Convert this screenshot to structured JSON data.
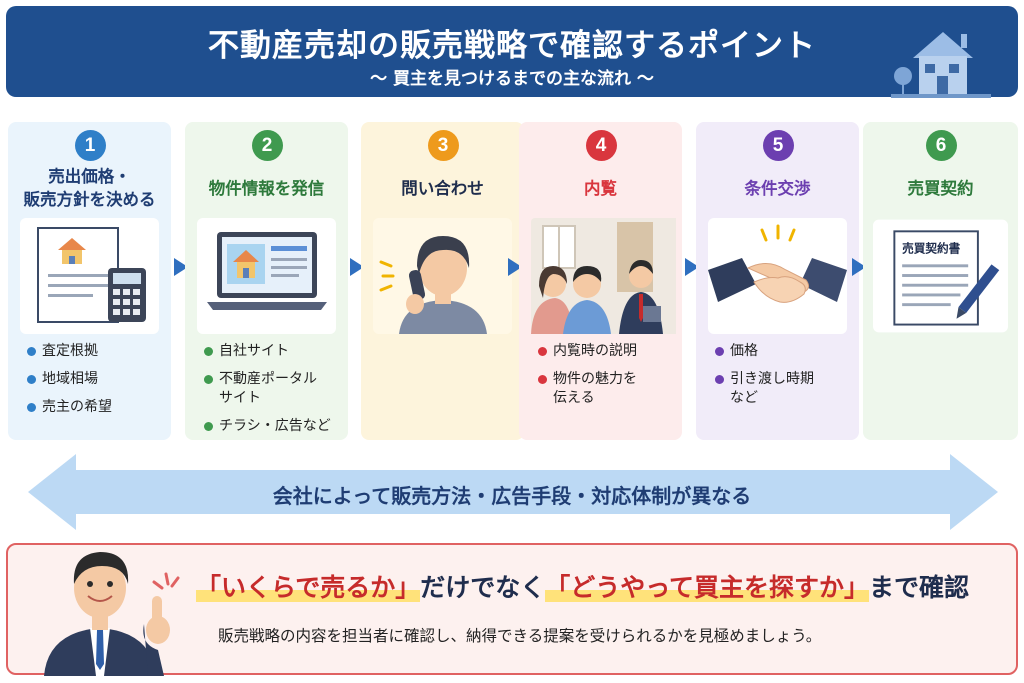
{
  "header": {
    "title": "不動産売却の販売戦略で確認するポイント",
    "subtitle": "〜 買主を見つけるまでの主な流れ 〜"
  },
  "steps": [
    {
      "number": "1",
      "title": "売出価格・\n販売方針を決める",
      "color": "#2f7fc8",
      "bg": "#eaf4fc",
      "bullets": [
        "査定根拠",
        "地域相場",
        "売主の希望"
      ]
    },
    {
      "number": "2",
      "title": "物件情報を発信",
      "color": "#3f9a4f",
      "bg": "#eef7ec",
      "bullets": [
        "自社サイト",
        "不動産ポータル\nサイト",
        "チラシ・広告など"
      ]
    },
    {
      "number": "3",
      "title": "問い合わせ",
      "color": "#ee9a1c",
      "bg": "#fdf4dc",
      "bullets": []
    },
    {
      "number": "4",
      "title": "内覧",
      "color": "#d9363e",
      "bg": "#fdecec",
      "bullets": [
        "内覧時の説明",
        "物件の魅力を\n伝える"
      ]
    },
    {
      "number": "5",
      "title": "条件交渉",
      "color": "#6c3fb0",
      "bg": "#f1ecf9",
      "bullets": [
        "価格",
        "引き渡し時期\nなど"
      ]
    },
    {
      "number": "6",
      "title": "売買契約",
      "color": "#3f9a4f",
      "bg": "#eef7ec",
      "bullets": []
    }
  ],
  "contract_doc_label": "売買契約書",
  "banner": "会社によって販売方法・広告手段・対応体制が異なる",
  "bottom": {
    "main_part1": "「いくらで売るか」",
    "main_part2": "だけでなく",
    "main_part3": "「どうやって買主を探すか」",
    "main_part4": "まで確認",
    "sub": "販売戦略の内容を担当者に確認し、納得できる提案を受けられるかを見極めましょう。"
  },
  "icons": {
    "house": "house-icon",
    "calculator": "calculator-icon",
    "laptop": "laptop-icon",
    "phone": "phone-call-icon",
    "viewing": "viewing-icon",
    "handshake": "handshake-icon",
    "contract": "contract-pen-icon",
    "consultant": "consultant-icon"
  }
}
